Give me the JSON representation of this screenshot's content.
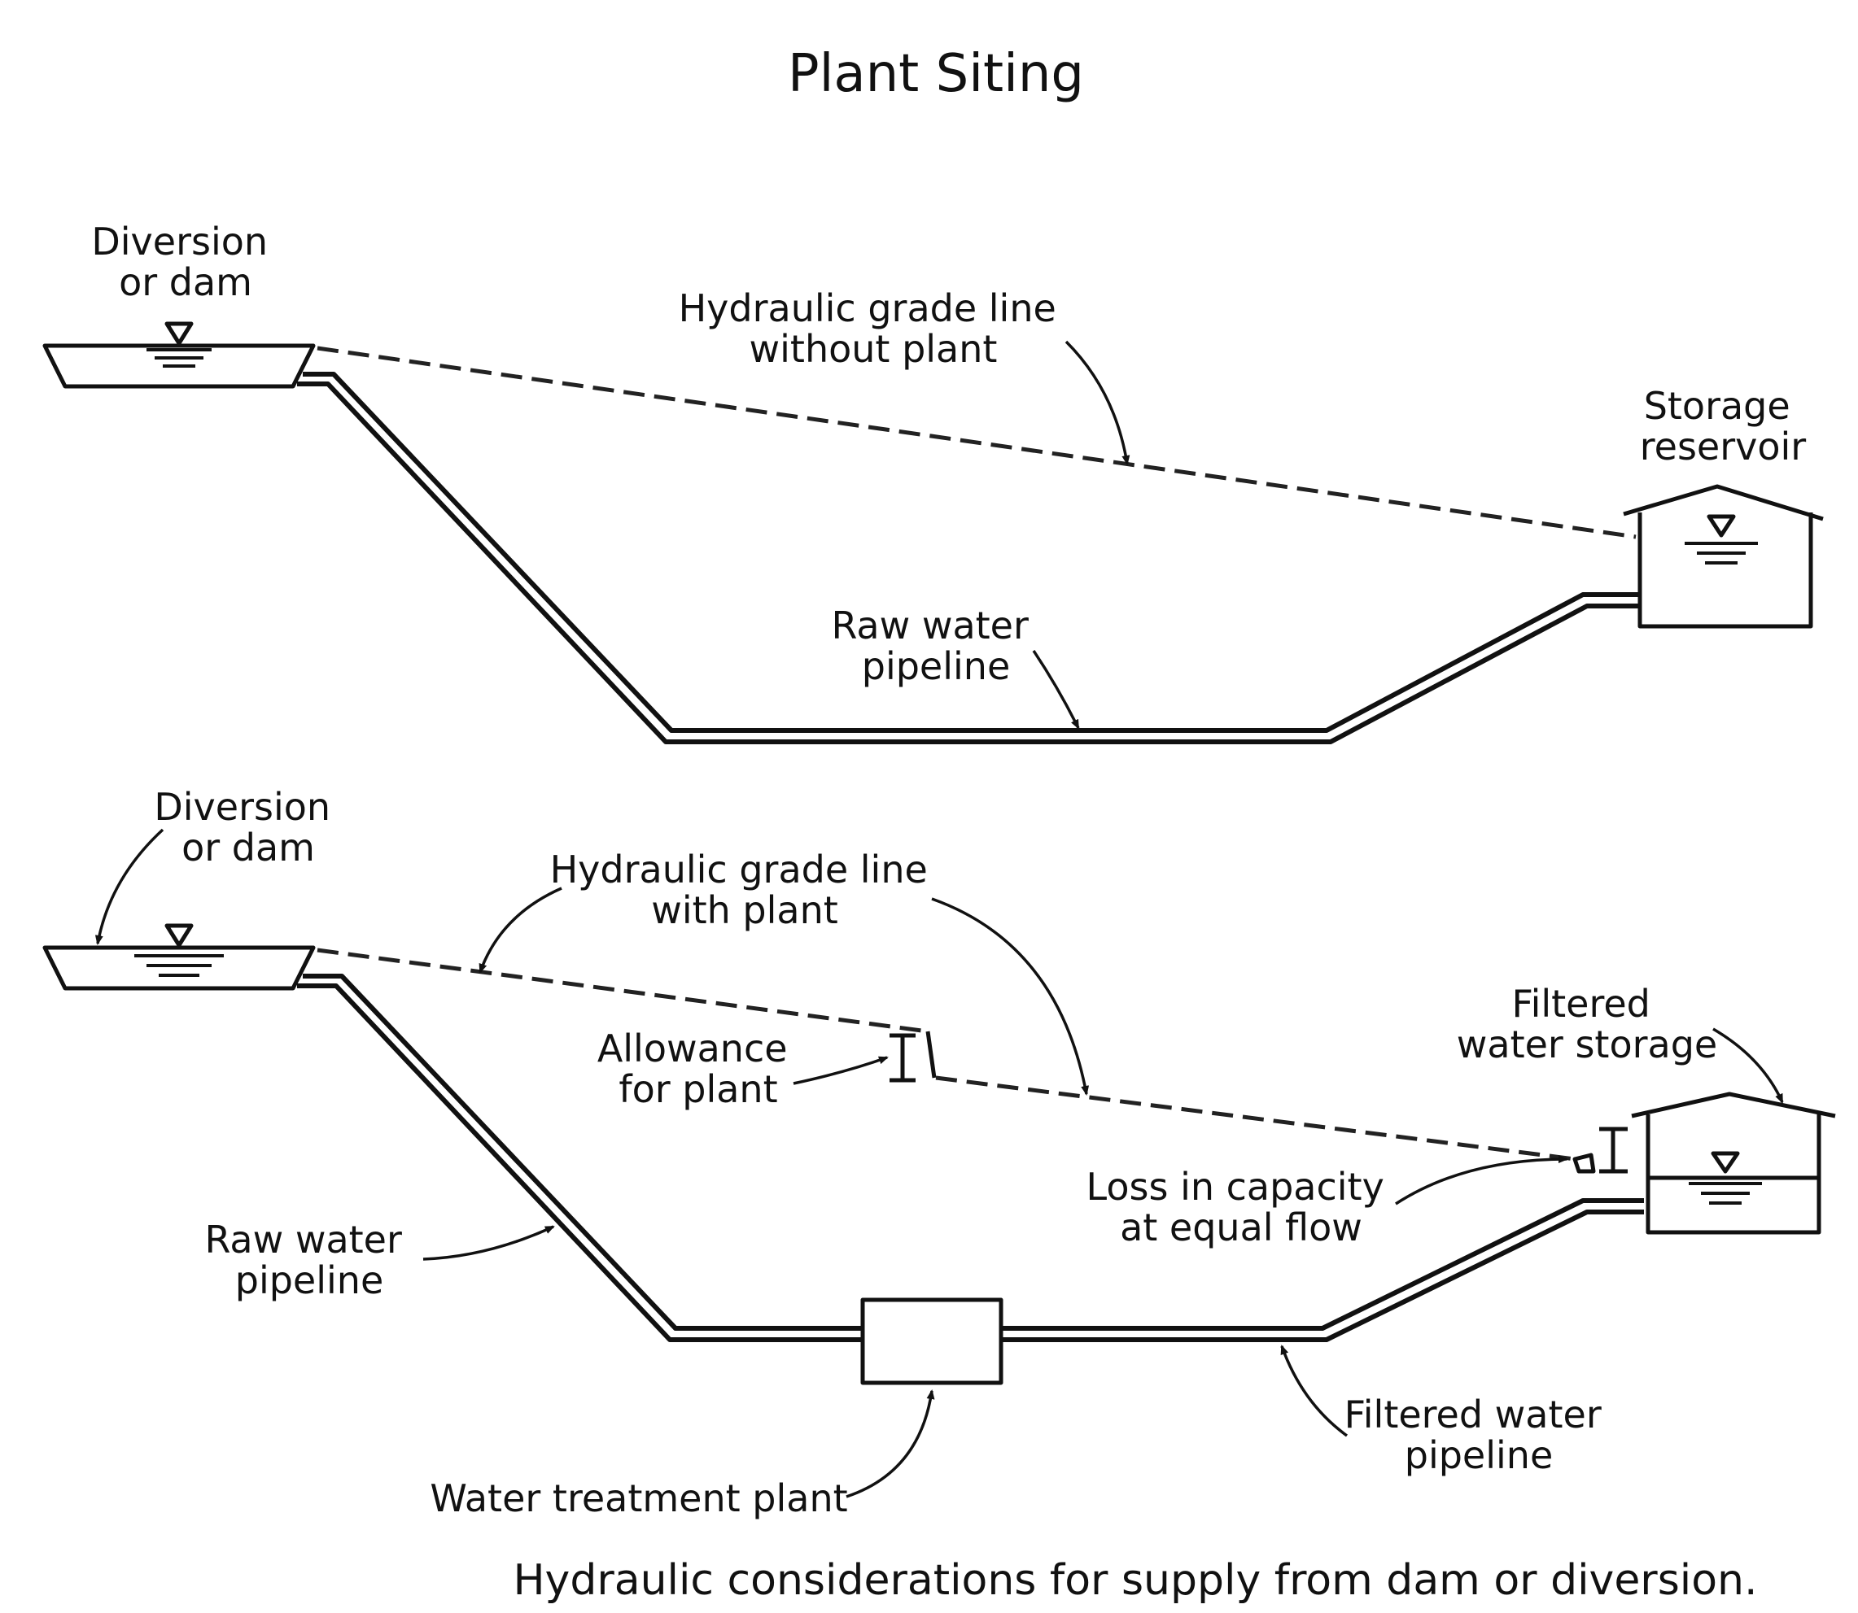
{
  "title": "Plant Siting",
  "caption": "Hydraulic considerations for supply from dam or diversion.",
  "top": {
    "dam_label": [
      "Diversion",
      "or dam"
    ],
    "hgl_label": [
      "Hydraulic grade line",
      "without plant"
    ],
    "reservoir_label": [
      "Storage",
      "reservoir"
    ],
    "pipeline_label": [
      "Raw water",
      "pipeline"
    ]
  },
  "bottom": {
    "dam_label": [
      "Diversion",
      "or dam"
    ],
    "hgl_label": [
      "Hydraulic grade line",
      "with plant"
    ],
    "allowance_label": [
      "Allowance",
      "for plant"
    ],
    "storage_label": [
      "Filtered",
      "water storage"
    ],
    "loss_label": [
      "Loss in capacity",
      "at equal flow"
    ],
    "raw_pipeline_label": [
      "Raw water",
      "pipeline"
    ],
    "plant_label": "Water treatment plant",
    "filtered_pipeline_label": [
      "Filtered water",
      "pipeline"
    ]
  }
}
